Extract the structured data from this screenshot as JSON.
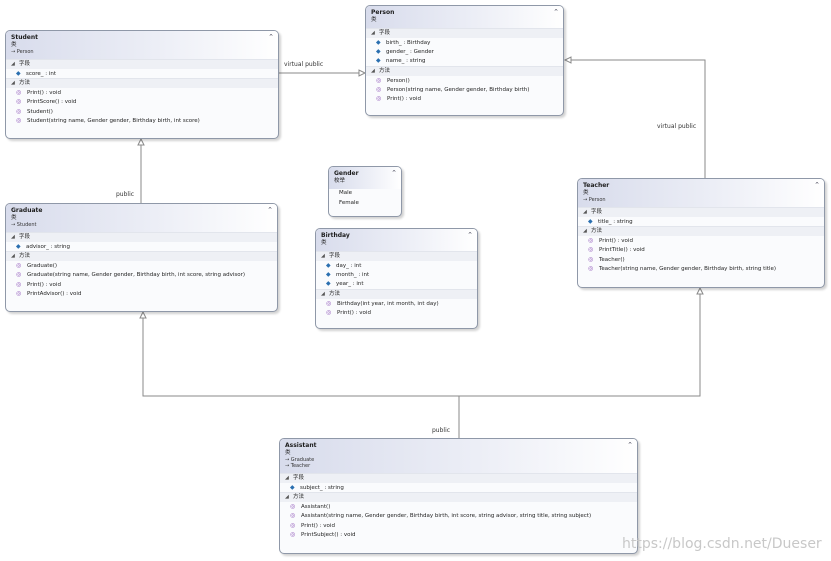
{
  "person": {
    "name": "Person",
    "type": "类",
    "fields_label": "字段",
    "fields": [
      "birth_ : Birthday",
      "gender_ : Gender",
      "name_ : string"
    ],
    "methods_label": "方法",
    "methods": [
      "Person()",
      "Person(string name, Gender gender, Birthday birth)",
      "Print() : void"
    ]
  },
  "student": {
    "name": "Student",
    "type": "类",
    "base": "→ Person",
    "fields_label": "字段",
    "fields": [
      "score_ : int"
    ],
    "methods_label": "方法",
    "methods": [
      "Print() : void",
      "PrintScore() : void",
      "Student()",
      "Student(string name, Gender gender, Birthday birth, int score)"
    ]
  },
  "gender": {
    "name": "Gender",
    "type": "枚举",
    "literals": [
      "Male",
      "Female"
    ]
  },
  "birthday": {
    "name": "Birthday",
    "type": "类",
    "fields_label": "字段",
    "fields": [
      "day_ : int",
      "month_ : int",
      "year_ : int"
    ],
    "methods_label": "方法",
    "methods": [
      "Birthday(int year, int month, int day)",
      "Print() : void"
    ]
  },
  "graduate": {
    "name": "Graduate",
    "type": "类",
    "base": "→ Student",
    "fields_label": "字段",
    "fields": [
      "advisor_ : string"
    ],
    "methods_label": "方法",
    "methods": [
      "Graduate()",
      "Graduate(string name, Gender gender, Birthday birth, int score, string advisor)",
      "Print() : void",
      "PrintAdvisor() : void"
    ]
  },
  "teacher": {
    "name": "Teacher",
    "type": "类",
    "base": "→ Person",
    "fields_label": "字段",
    "fields": [
      "title_ : string"
    ],
    "methods_label": "方法",
    "methods": [
      "Print() : void",
      "PrintTitle() : void",
      "Teacher()",
      "Teacher(string name, Gender gender, Birthday birth, string title)"
    ]
  },
  "assistant": {
    "name": "Assistant",
    "type": "类",
    "base1": "→ Graduate",
    "base2": "→ Teacher",
    "fields_label": "字段",
    "fields": [
      "subject_ : string"
    ],
    "methods_label": "方法",
    "methods": [
      "Assistant()",
      "Assistant(string name, Gender gender, Birthday birth, int score, string advisor, string title, string subject)",
      "Print() : void",
      "PrintSubject() : void"
    ]
  },
  "labels": {
    "student_person": "virtual public",
    "teacher_person": "virtual public",
    "graduate_student": "public",
    "assistant_inherit": "public"
  },
  "watermark": "https://blog.csdn.net/Dueser"
}
